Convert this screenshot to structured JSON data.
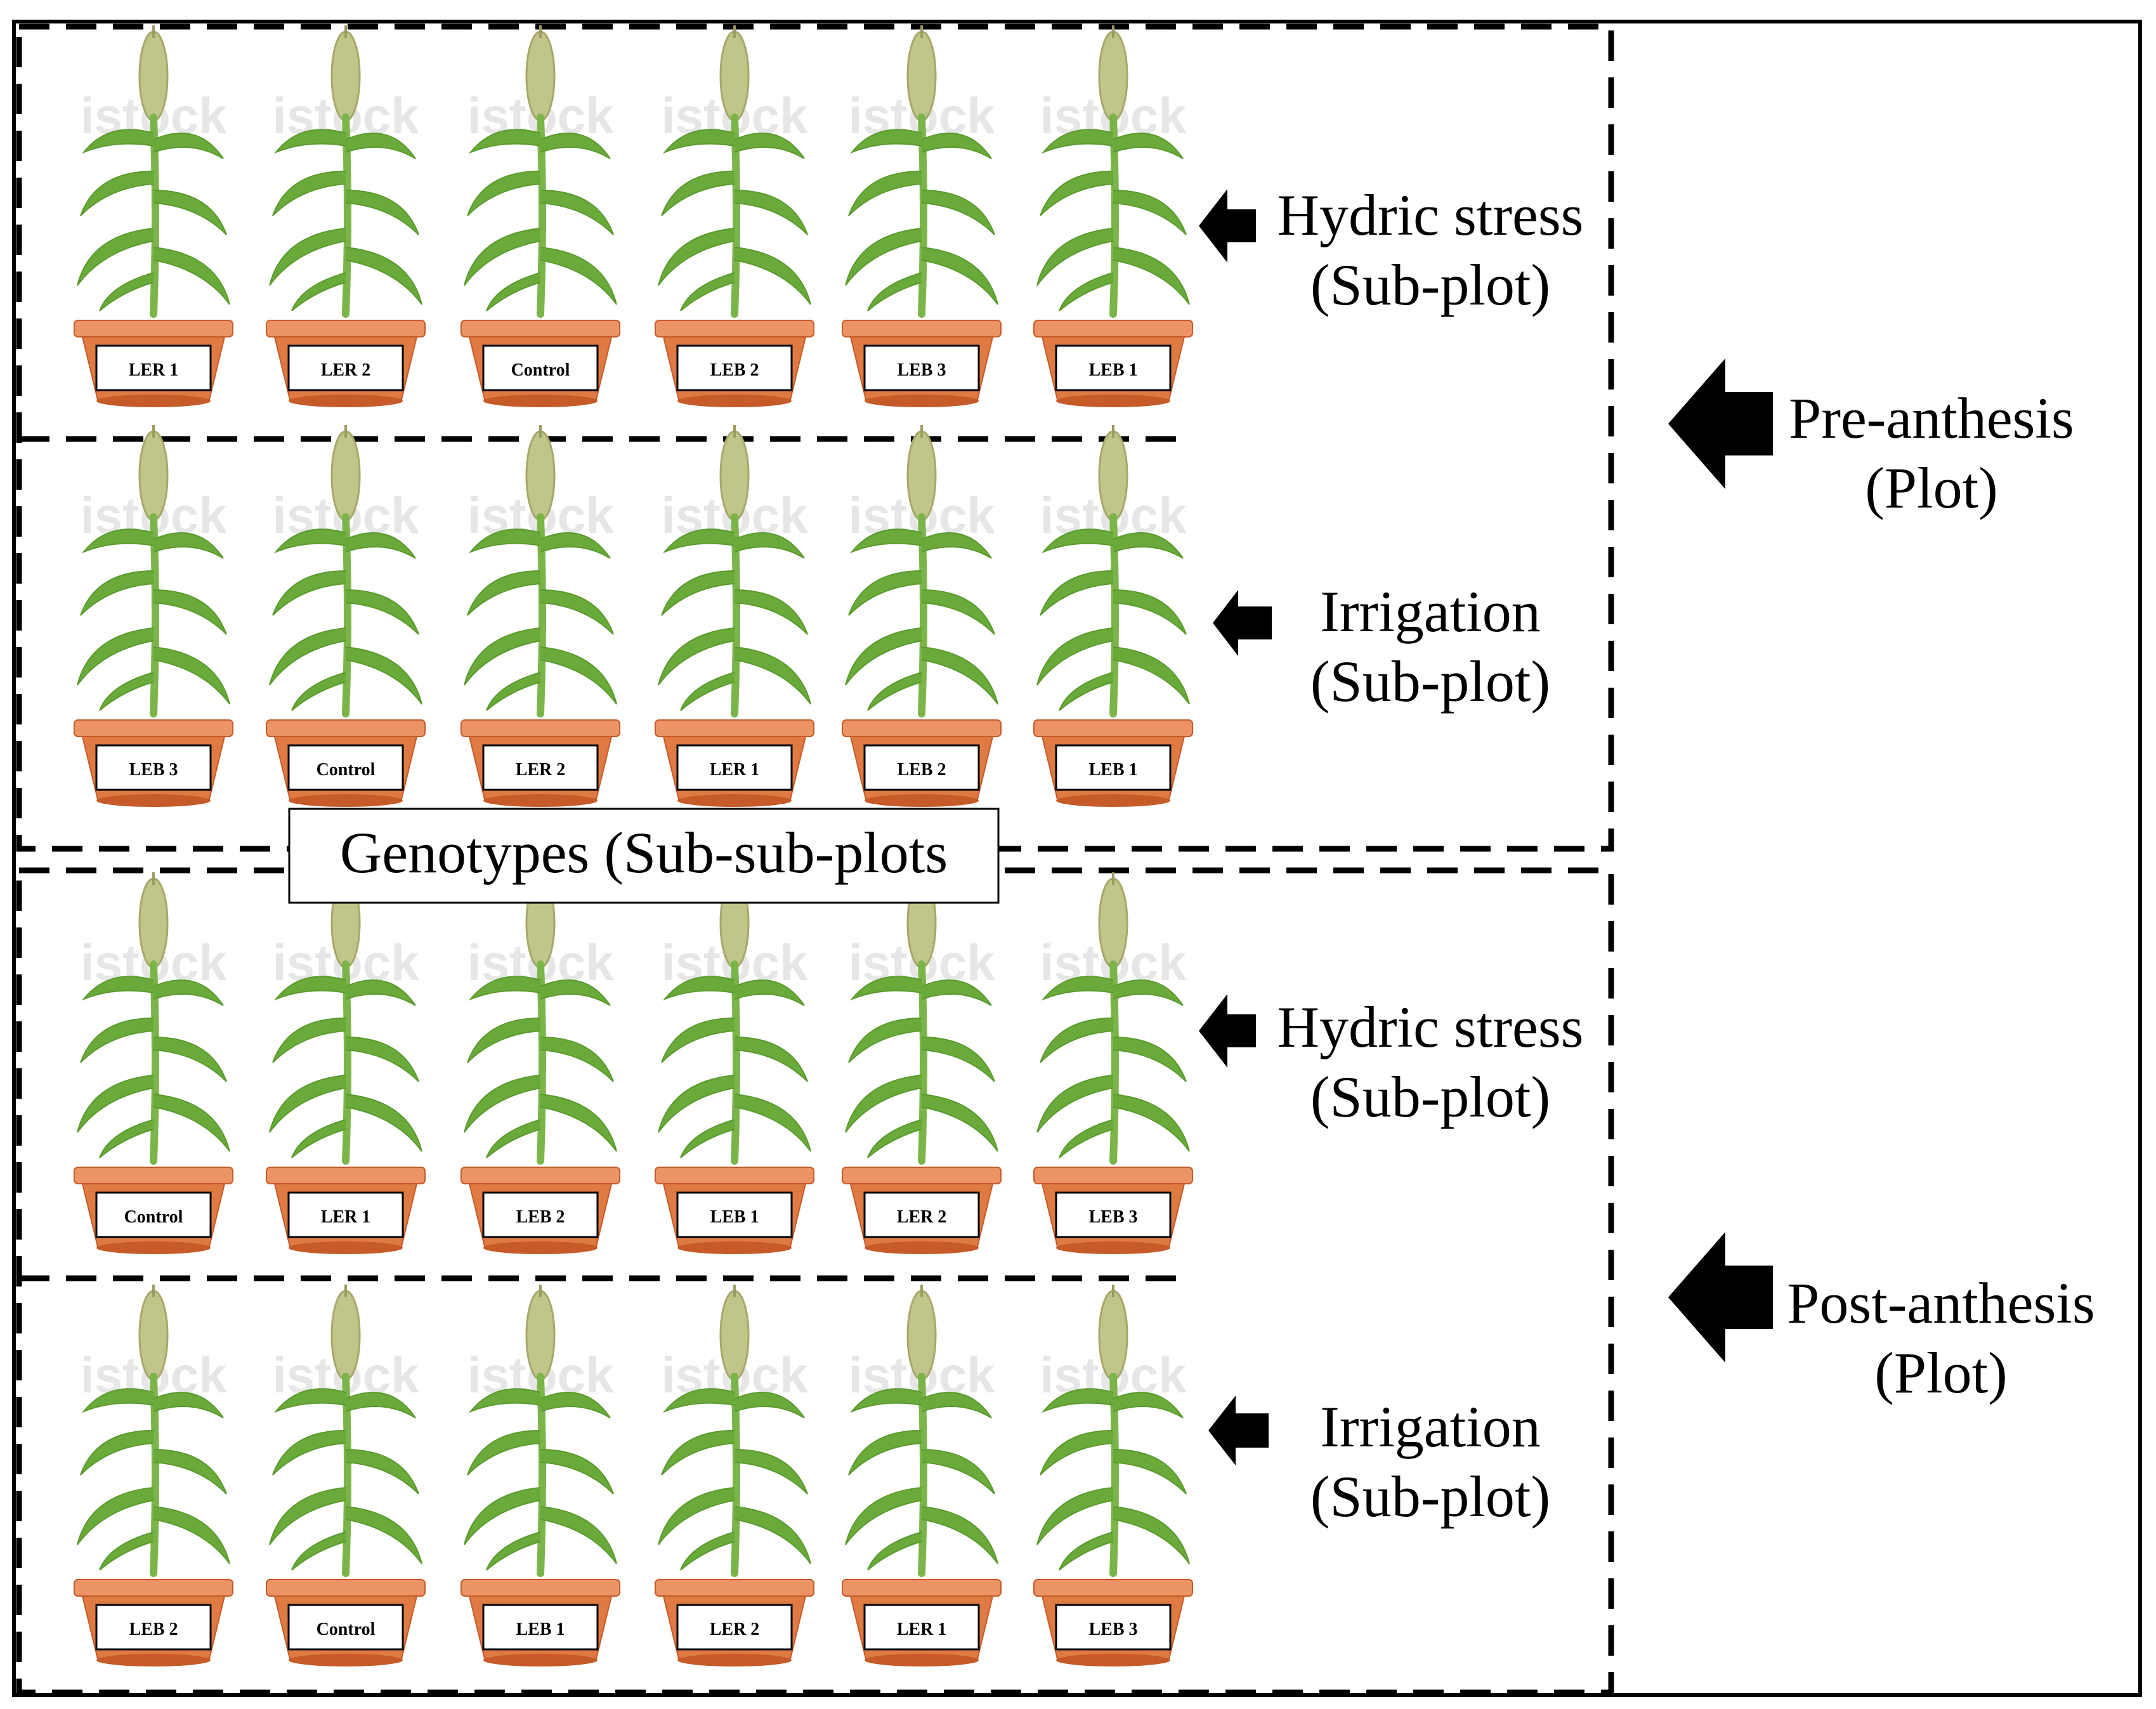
{
  "plots": [
    {
      "label_line1": "Pre-anthesis",
      "label_line2": "(Plot)",
      "subplots": [
        {
          "label_line1": "Hydric stress",
          "label_line2": "(Sub-plot)",
          "genotypes": [
            "LER 1",
            "LER 2",
            "Control",
            "LEB 2",
            "LEB 3",
            "LEB 1"
          ]
        },
        {
          "label_line1": "Irrigation",
          "label_line2": "(Sub-plot)",
          "genotypes": [
            "LEB 3",
            "Control",
            "LER 2",
            "LER 1",
            "LEB 2",
            "LEB 1"
          ]
        }
      ]
    },
    {
      "label_line1": "Post-anthesis",
      "label_line2": "(Plot)",
      "subplots": [
        {
          "label_line1": "Hydric stress",
          "label_line2": "(Sub-plot)",
          "genotypes": [
            "Control",
            "LER 1",
            "LEB 2",
            "LEB 1",
            "LER 2",
            "LEB 3"
          ]
        },
        {
          "label_line1": "Irrigation",
          "label_line2": "(Sub-plot)",
          "genotypes": [
            "LEB 2",
            "Control",
            "LEB 1",
            "LER 2",
            "LER 1",
            "LEB 3"
          ]
        }
      ]
    }
  ],
  "genotypes_caption": "Genotypes (Sub-sub-plots",
  "watermark_text": "istock",
  "colors": {
    "stem": "#7bb54a",
    "leaf": "#6aaa3a",
    "panicle": "#c2c58a",
    "pot": "#e07a43",
    "pot_rim": "#ec9466",
    "pot_base": "#c65a28",
    "watermark": "#dcdcdc"
  }
}
